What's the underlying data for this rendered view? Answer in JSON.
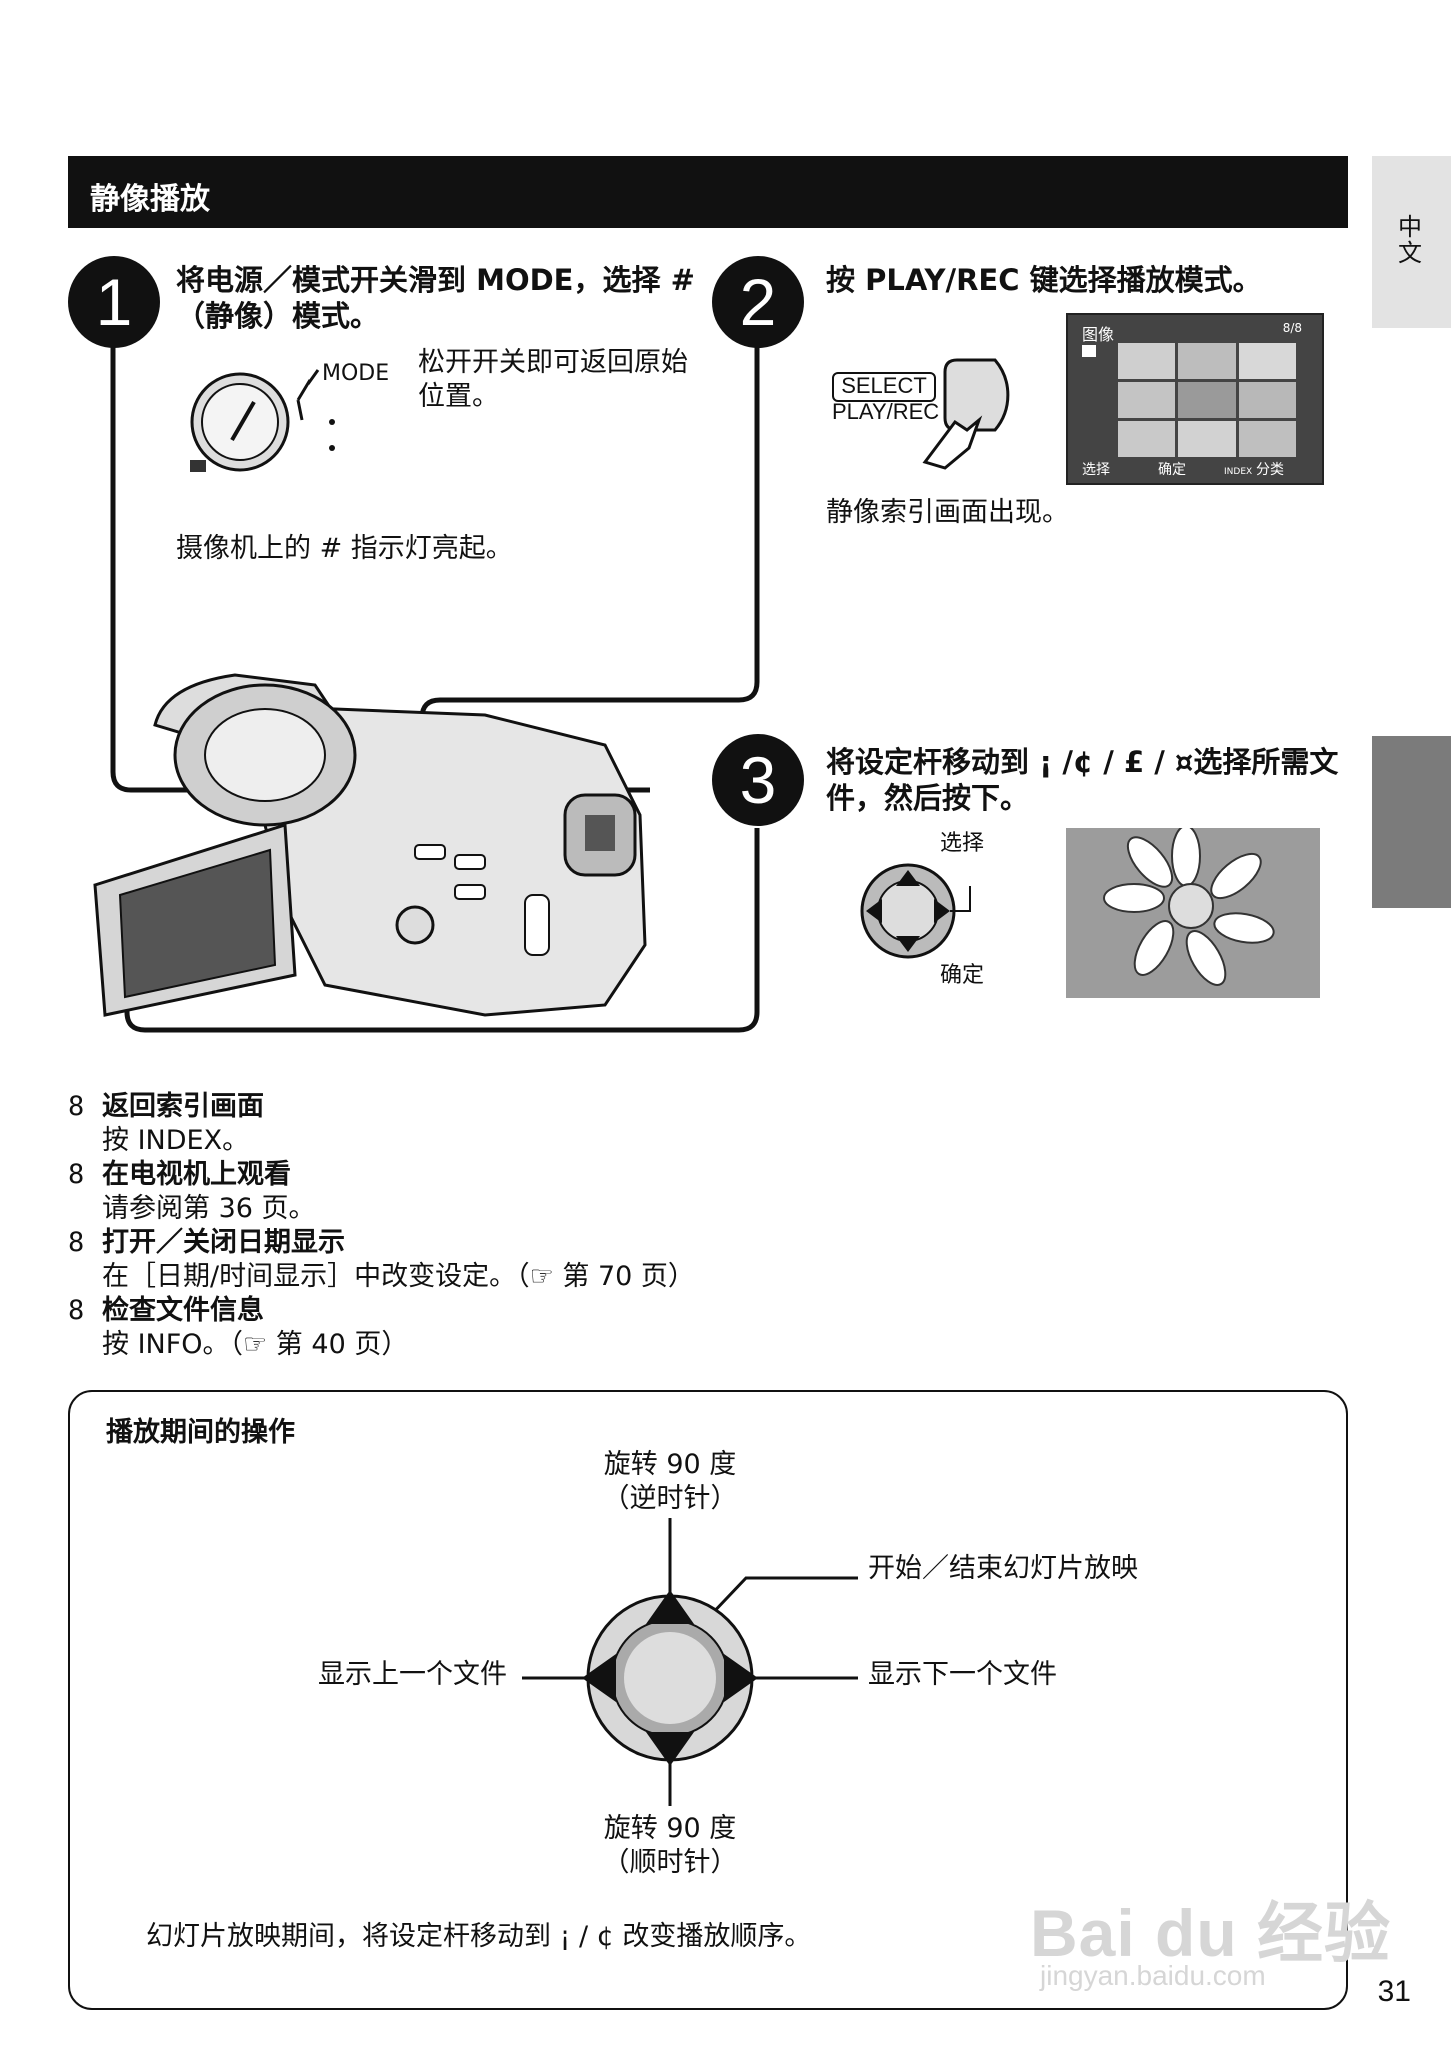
{
  "header": {
    "title": "静像播放"
  },
  "side_tab": {
    "label": "中文"
  },
  "step1": {
    "number": "1",
    "instruction": "将电源／模式开关滑到 MODE，选择 # （静像）模式。",
    "mode_label": "MODE",
    "release_note": "松开开关即可返回原始位置。",
    "indicator_note": "摄像机上的 #   指示灯亮起。"
  },
  "step2": {
    "number": "2",
    "instruction": "按 PLAY/REC 键选择播放模式。",
    "button_label_select": "SELECT",
    "button_label_playrec": "PLAY/REC",
    "screen": {
      "title": "图像",
      "count": "8/8",
      "footer_select": "选择",
      "footer_confirm": "确定",
      "footer_index": "INDEX",
      "footer_sort": "分类"
    },
    "result": "静像索引画面出现。"
  },
  "step3": {
    "number": "3",
    "instruction": "将设定杆移动到 ¡ /¢ / £ / ¤选择所需文件，然后按下。",
    "label_select": "选择",
    "label_confirm": "确定"
  },
  "notes": [
    {
      "bullet": "8",
      "title": "返回索引画面",
      "text": "按 INDEX。"
    },
    {
      "bullet": "8",
      "title": "在电视机上观看",
      "text": "请参阅第 36 页。"
    },
    {
      "bullet": "8",
      "title": "打开／关闭日期显示",
      "text": "在［日期/时间显示］中改变设定。（☞ 第 70 页）"
    },
    {
      "bullet": "8",
      "title": "检查文件信息",
      "text": "按 INFO。（☞ 第 40 页）"
    }
  ],
  "playback_box": {
    "title": "播放期间的操作",
    "up_1": "旋转 90 度",
    "up_2": "（逆时针）",
    "center": "开始／结束幻灯片放映",
    "left": "显示上一个文件",
    "right": "显示下一个文件",
    "down_1": "旋转 90 度",
    "down_2": "（顺时针）",
    "footer": "幻灯片放映期间，将设定杆移动到 ¡ / ¢  改变播放顺序。"
  },
  "page_number": "31",
  "watermark": {
    "brand": "Bai du 经验",
    "url": "jingyan.baidu.com"
  }
}
